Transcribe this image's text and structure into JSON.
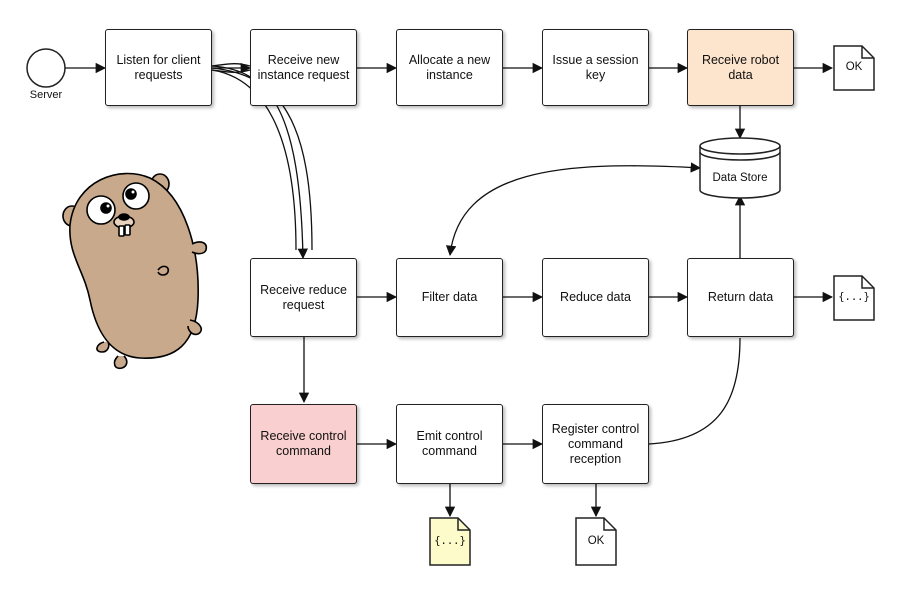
{
  "start_event": {
    "label": "Server"
  },
  "nodes": {
    "listen": "Listen for client requests",
    "receive_instance": "Receive new instance request",
    "allocate": "Allocate a new instance",
    "issue_key": "Issue a session key",
    "receive_robot": "Receive robot data",
    "data_store": "Data Store",
    "receive_reduce": "Receive reduce request",
    "filter": "Filter data",
    "reduce": "Reduce data",
    "return": "Return data",
    "receive_control": "Receive control command",
    "emit_control": "Emit control command",
    "register_control": "Register control command reception"
  },
  "documents": {
    "ok_top": "OK",
    "json_right": "{...}",
    "json_bottom": "{...}",
    "ok_bottom": "OK"
  },
  "colors": {
    "stroke": "#222222",
    "highlight_peach": "#fde4cc",
    "highlight_pink": "#f9cfcf",
    "document_yellow": "#fdfbc9",
    "gopher_body": "#c8a98b",
    "gopher_outline": "#000000"
  }
}
